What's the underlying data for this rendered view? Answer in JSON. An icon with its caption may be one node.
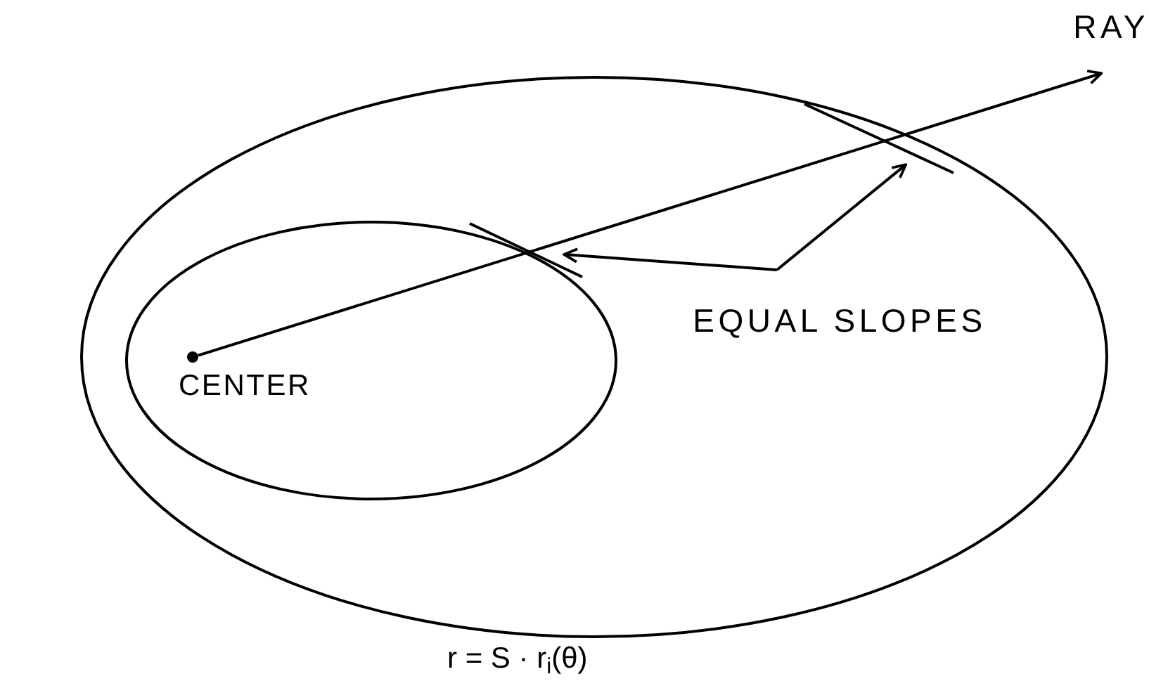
{
  "diagram": {
    "nodes": [
      {
        "text": [],
        "shape": "ellipse"
      },
      {
        "text": [],
        "shape": "ellipse",
        "in": 0
      },
      {
        "text": [],
        "shape": "dot",
        "in": 1,
        "beside": [
          "CENTER"
        ]
      },
      {
        "text": [
          "RAY"
        ]
      },
      {
        "text": [
          "EQUAL SLOPES"
        ],
        "in": 0
      }
    ],
    "edges": [
      {
        "from": 2,
        "to": 3,
        "arrow": "to"
      },
      {
        "from": 4,
        "to": 1,
        "arrow": "to"
      },
      {
        "from": 4,
        "to": 0,
        "arrow": "to"
      }
    ],
    "labels": [
      "r = S · r$_{i}$(θ)"
    ]
  }
}
